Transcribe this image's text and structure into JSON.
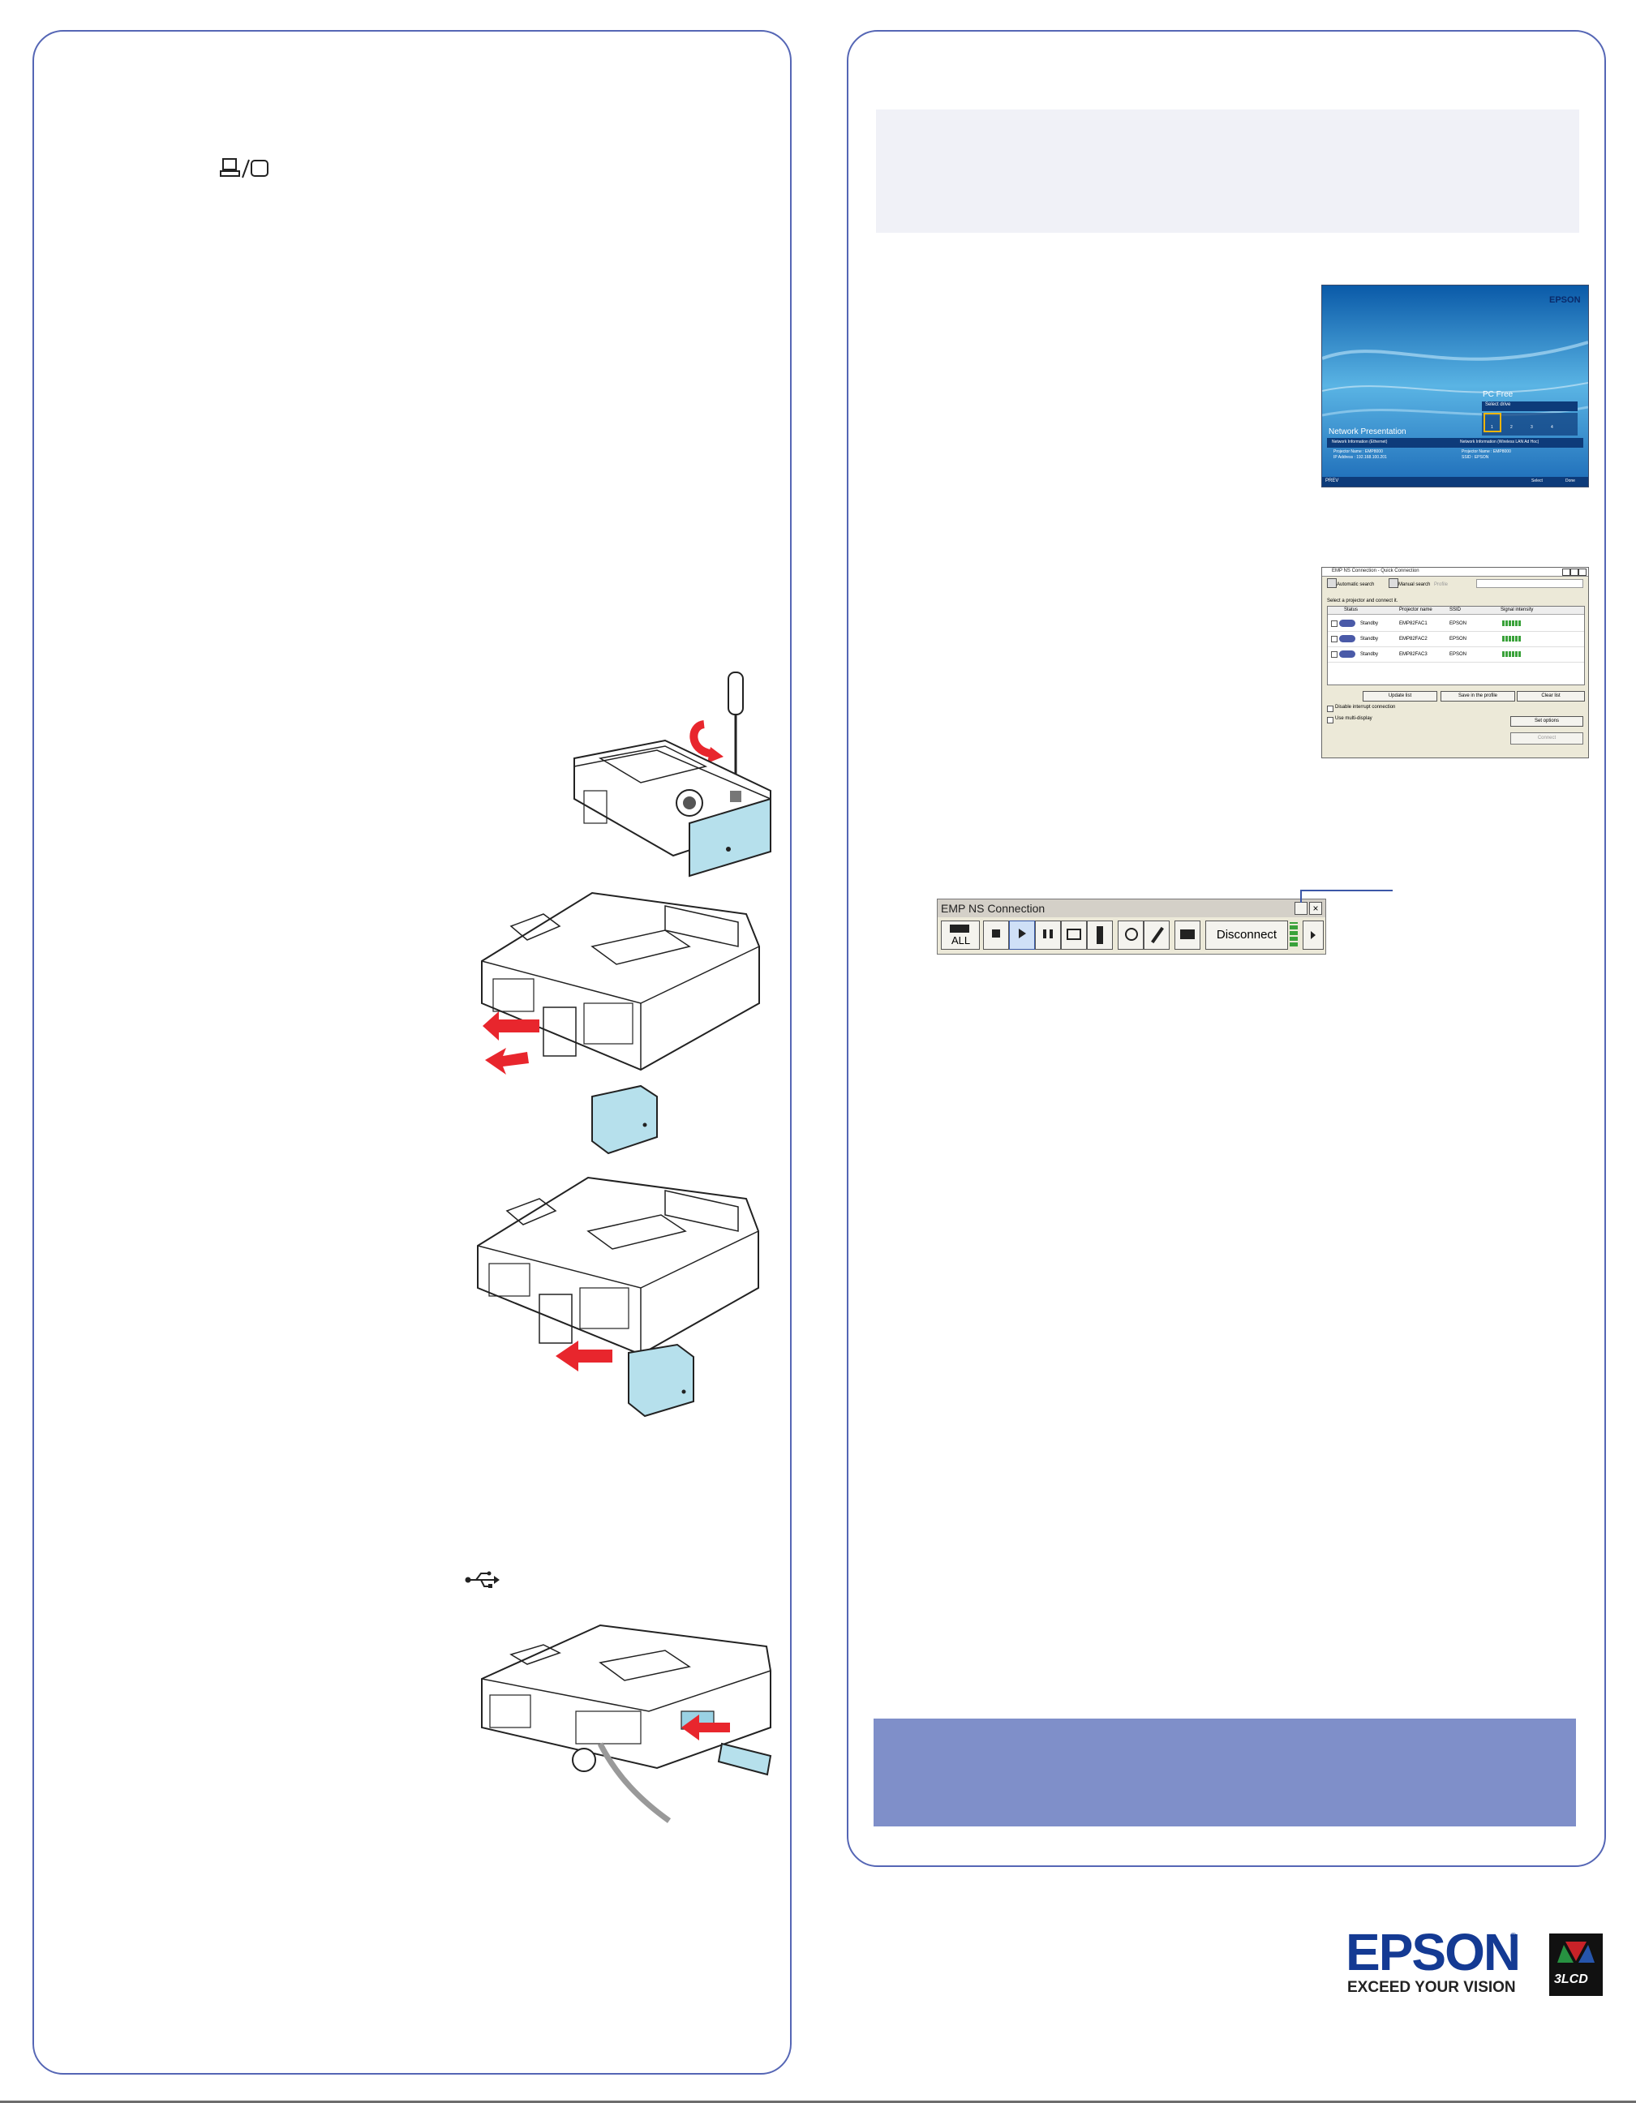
{
  "projector_screen": {
    "brand": "EPSON",
    "pc_free_title": "PC Free",
    "select_drive": "Select drive",
    "drive_numbers": [
      "1",
      "2",
      "3",
      "4"
    ],
    "heading": "Network Presentation",
    "ethernet_header": "Network Information (Ethernet)",
    "wireless_header": "Network Information (Wireless LAN Ad Hoc)",
    "eth_name_label": "Projector Name :",
    "eth_name_value": "EMP8000",
    "eth_ip_label": "IP Address :",
    "eth_ip_value": "192.168.100.201",
    "wl_name_label": "Projector Name :",
    "wl_name_value": "EMP8000",
    "wl_ssid_label": "SSID :",
    "wl_ssid_value": "EPSON",
    "footer_left": "PREV",
    "footer_select": "Select",
    "footer_done": "Done"
  },
  "quick_connection": {
    "title": "EMP NS Connection - Quick Connection",
    "auto_search": "Automatic search",
    "manual_search": "Manual search",
    "profile": "Profile",
    "instruction": "Select a projector and connect it.",
    "columns": [
      "Status",
      "Projector name",
      "SSID",
      "Signal intensity"
    ],
    "rows": [
      {
        "status": "Standby",
        "name": "EMP82FAC1",
        "ssid": "EPSON"
      },
      {
        "status": "Standby",
        "name": "EMP82FAC2",
        "ssid": "EPSON"
      },
      {
        "status": "Standby",
        "name": "EMP82FAC3",
        "ssid": "EPSON"
      }
    ],
    "update_list": "Update list",
    "save_profile": "Save in the profile",
    "clear_list": "Clear list",
    "disable_interrupt": "Disable interrupt connection",
    "use_multi": "Use multi-display",
    "set_options": "Set options",
    "connect": "Connect"
  },
  "toolbar": {
    "title": "EMP NS Connection",
    "all_label": "ALL",
    "disconnect": "Disconnect"
  },
  "footer": {
    "brand": "EPSON",
    "tagline": "EXCEED YOUR VISION",
    "badge": "3LCD",
    "registered": "®"
  }
}
